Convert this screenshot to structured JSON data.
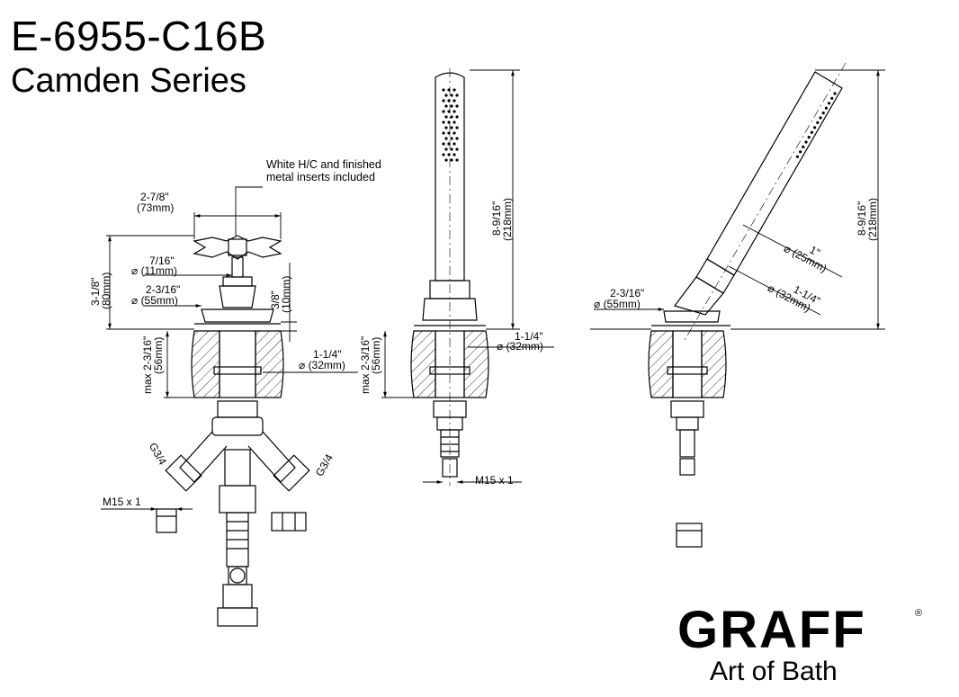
{
  "title": {
    "model": "E-6955-C16B",
    "series": "Camden Series"
  },
  "notes": {
    "inserts_line1": "White H/C and finished",
    "inserts_line2": "metal inserts included"
  },
  "dimensions": {
    "handle_width": "2-7/8\"",
    "handle_width_mm": "(73mm)",
    "stem_dia": "7/16\"",
    "stem_dia_mm": "(11mm)",
    "flange_dia": "2-3/16\"",
    "flange_dia_mm": "(55mm)",
    "overall_height": "3-1/8\"",
    "overall_height_mm": "(80mm)",
    "collar_height": "3/8\"",
    "collar_height_mm": "(10mm)",
    "deck_thickness": "2-3/16\"",
    "deck_thickness_mm": "(56mm)",
    "deck_max": "max",
    "hole_dia": "1-1/4\"",
    "hole_dia_mm": "(32mm)",
    "inlet_thread": "G3/4",
    "supply_thread": "M15 x 1",
    "shower_height": "8-9/16\"",
    "shower_height_mm": "(218mm)",
    "handle_dia": "1\"",
    "handle_dia_mm": "(25mm)"
  },
  "brand": {
    "name": "GRAFF",
    "registered": "®",
    "tagline": "Art of Bath"
  }
}
